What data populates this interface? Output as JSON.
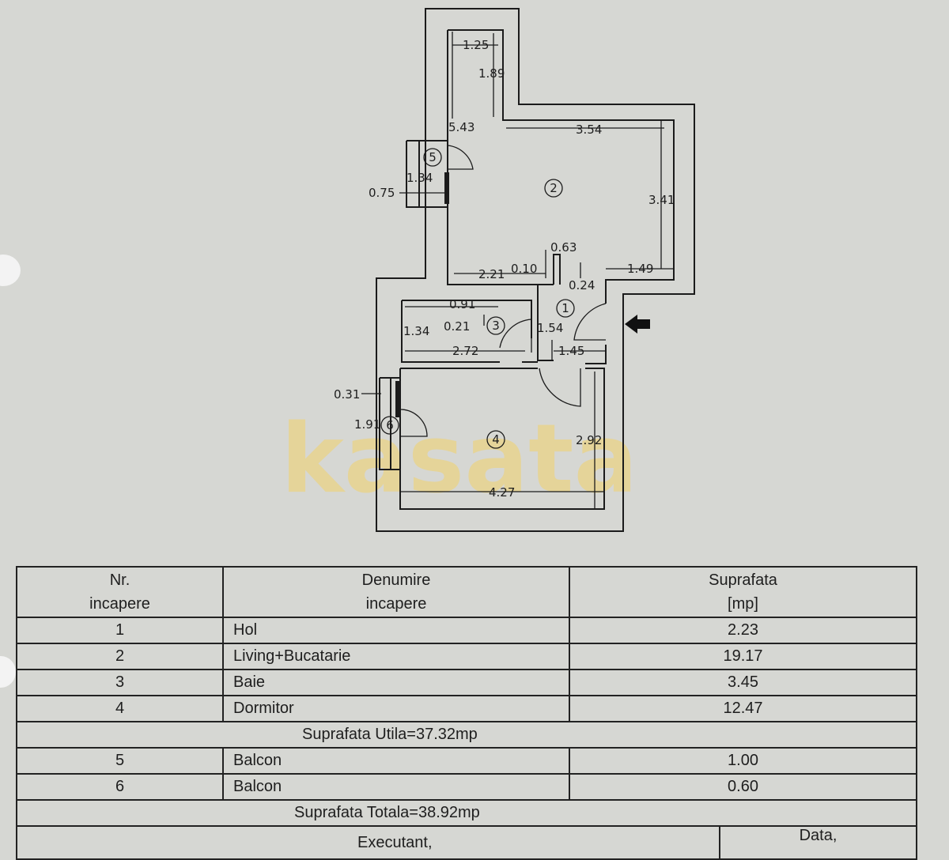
{
  "plan": {
    "watermark": "kasata",
    "rooms": [
      "1",
      "2",
      "3",
      "4",
      "5",
      "6"
    ],
    "dimensions": [
      "1.25",
      "1.89",
      "5.43",
      "3.54",
      "1.34",
      "0.75",
      "3.41",
      "0.63",
      "2.21",
      "0.10",
      "1.49",
      "0.24",
      "0.91",
      "0.21",
      "1.34",
      "1.54",
      "2.72",
      "1.45",
      "0.31",
      "1.91",
      "2.92",
      "4.27"
    ]
  },
  "table": {
    "header": {
      "nr_line1": "Nr.",
      "nr_line2": "incapere",
      "name_line1": "Denumire",
      "name_line2": "incapere",
      "area_line1": "Suprafata",
      "area_line2": "[mp]"
    },
    "rows": [
      {
        "nr": "1",
        "name": "Hol",
        "area": "2.23"
      },
      {
        "nr": "2",
        "name": "Living+Bucatarie",
        "area": "19.17"
      },
      {
        "nr": "3",
        "name": "Baie",
        "area": "3.45"
      },
      {
        "nr": "4",
        "name": "Dormitor",
        "area": "12.47"
      }
    ],
    "useful_total": "Suprafata Utila=37.32mp",
    "balcony_rows": [
      {
        "nr": "5",
        "name": "Balcon",
        "area": "1.00"
      },
      {
        "nr": "6",
        "name": "Balcon",
        "area": "0.60"
      }
    ],
    "grand_total": "Suprafata Totala=38.92mp",
    "executant_label": "Executant,",
    "date_label": "Data,"
  }
}
